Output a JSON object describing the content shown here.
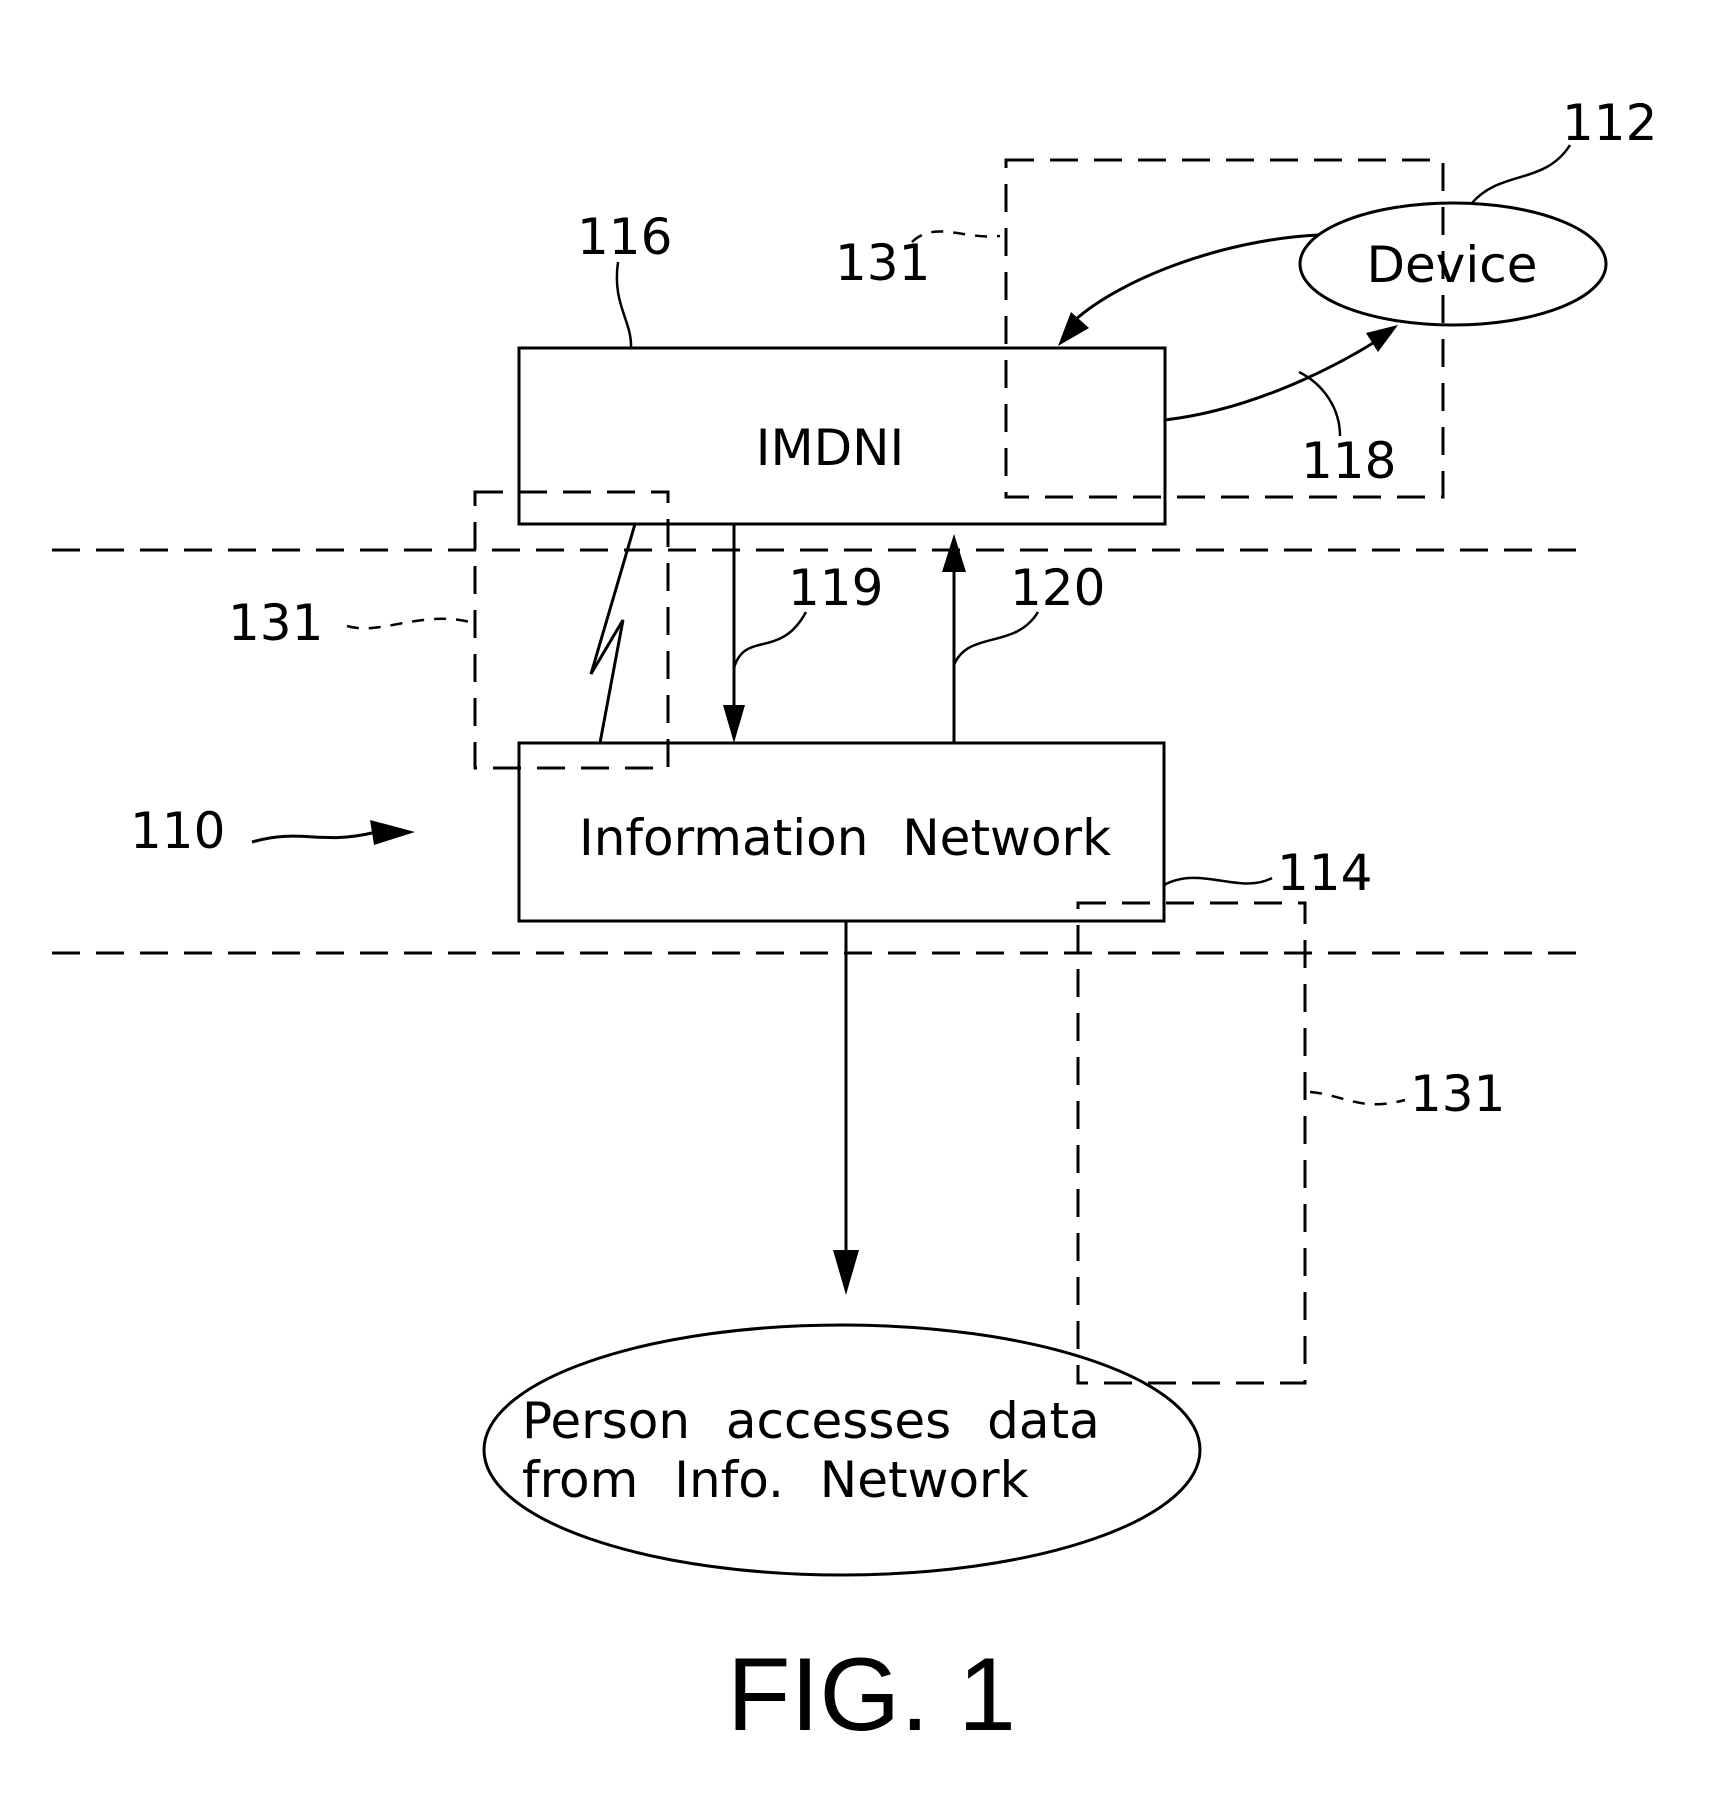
{
  "blocks": {
    "imdni": "IMDNI",
    "information_network": "Information Network",
    "device": "Device",
    "person_line1": "Person accesses data",
    "person_line2": "from Info. Network"
  },
  "refs": {
    "r110": "110",
    "r112": "112",
    "r114": "114",
    "r116": "116",
    "r118": "118",
    "r119": "119",
    "r120": "120",
    "r131_top": "131",
    "r131_left": "131",
    "r131_right": "131"
  },
  "caption": "FIG. 1"
}
